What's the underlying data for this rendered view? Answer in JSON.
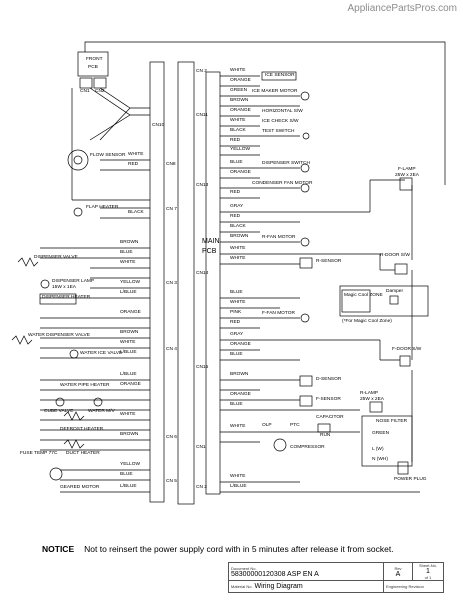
{
  "watermark": "AppliancePartsPros.com",
  "main_pcb": {
    "line1": "MAIN",
    "line2": "PCB"
  },
  "front_pcb": {
    "line1": "FRONT",
    "line2": "PCB",
    "cn1": "CN1",
    "cn2": "CN2"
  },
  "cn_labels": {
    "cn10": "CN10",
    "cn2_top": "CN 2",
    "cn11": "CN11",
    "cn13": "CN13",
    "cn14": "CN14",
    "cn15": "CN15",
    "cn1": "CN1",
    "cn8": "CN8",
    "cn7": "CN 7",
    "cn3": "CN 3",
    "cn4": "CN 4",
    "cn6": "CN 6",
    "cn5": "CN 5",
    "cn2_bottom": "CN 2"
  },
  "right_wires": [
    "WHITE",
    "ORANGE",
    "GREEN",
    "BROWN",
    "ORANGE",
    "WHITE",
    "BLACK",
    "RED",
    "YELLOW",
    "BLUE",
    "ORANGE",
    "RED",
    "GRAY",
    "RED",
    "BLACK",
    "BROWN",
    "WHITE",
    "WHITE",
    "BLUE",
    "WHITE",
    "PINK",
    "RED",
    "GRAY",
    "ORANGE",
    "BLUE",
    "BROWN",
    "ORANGE",
    "BLUE",
    "WHITE",
    "WHITE",
    "L/BLUE"
  ],
  "right_components": {
    "ice_sensor": "ICE SENSOR",
    "ice_maker_motor": "ICE MAKER MOTOR",
    "horizontal_sw": "HORIZONTAL S/W",
    "ice_check_sw": "ICE CHECK S/W",
    "test_switch": "TEST SWITCH",
    "dispenser_switch": "DISPENSER SWITCH",
    "condenser_fan_motor": "CONDENSER FAN MOTOR",
    "r_fan_motor": "R-FAN MOTOR",
    "r_sensor": "R-SENSOR",
    "f_fan_motor": "F-FAN MOTOR",
    "d_sensor": "D-SENSOR",
    "f_sensor": "F-SENSOR",
    "olp": "OLP",
    "ptc": "PTC",
    "compressor": "COMPRESSOR",
    "capacitor": "CAPACITOR",
    "capacitor2": "RUN"
  },
  "far_right": {
    "f_lamp": "F-LAMP",
    "f_lamp_rating": "25W x 2EA",
    "r_door_sw": "R-DOOR S/W",
    "magic_cool_zone": "Magic Cool ZONE",
    "damper": "Damper",
    "magic_note": "(*For Magic Cool Zone)",
    "f_door_sw": "F-DOOR S/W",
    "r_lamp": "R-LAMP",
    "r_lamp_rating": "25W x 2EA",
    "nose_filter": "NOSE FILTER",
    "green": "GREEN",
    "l_label": "L (W)",
    "n_label": "N (WH)",
    "power_plug": "POWER PLUG"
  },
  "left_wires": [
    "BROWN",
    "BLUE",
    "WHITE",
    "YELLOW",
    "L/BLUE",
    "ORANGE",
    "BROWN",
    "WHITE",
    "L/BLUE",
    "L/BLUE",
    "ORANGE",
    "WHITE",
    "BROWN",
    "YELLOW",
    "BLUE",
    "L/BLUE"
  ],
  "left_components": {
    "flow_sensor": "FLOW SENSOR",
    "flap_heater": "FLAP HEATER",
    "dispenser_valve": "DISPENSER VALVE",
    "dispenser_lamp": "DISPENSER LAMP",
    "dispenser_lamp_rating": "15W x 1EA",
    "dispenser_heater": "DISPENSER HEATER",
    "water_dispenser_valve": "WATER DISPENSER VALVE",
    "water_ice_valve": "WATER ICE VALVE",
    "water_pipe_heater": "WATER PIPE HEATER",
    "cube_valve": "CUBE VALVE",
    "water_mv": "WATER M/V",
    "defrost_heater": "DEFROST HEATER",
    "fuse_temp": "FUSE TEMP 77C",
    "duct_heater": "DUCT HEATER",
    "geared_motor": "GEARED MOTOR"
  },
  "cn8_wires": [
    "WHITE",
    "RED"
  ],
  "cn7_wires": [
    "BLACK"
  ],
  "notice": {
    "label": "NOTICE",
    "text": "Not to reinsert the power supply cord with in 5 minutes after release it from  socket."
  },
  "title_block": {
    "doc_no_label": "Document No.",
    "doc_no": "58300000120308 ASP EN A",
    "rev_label": "Rev",
    "rev": "A",
    "sheet_label": "Sheet-No.",
    "sheet": "1",
    "of": "of 1",
    "material_label": "Material No.",
    "material": "Wiring Diagram",
    "eng_rev": "Engineering Revision"
  }
}
